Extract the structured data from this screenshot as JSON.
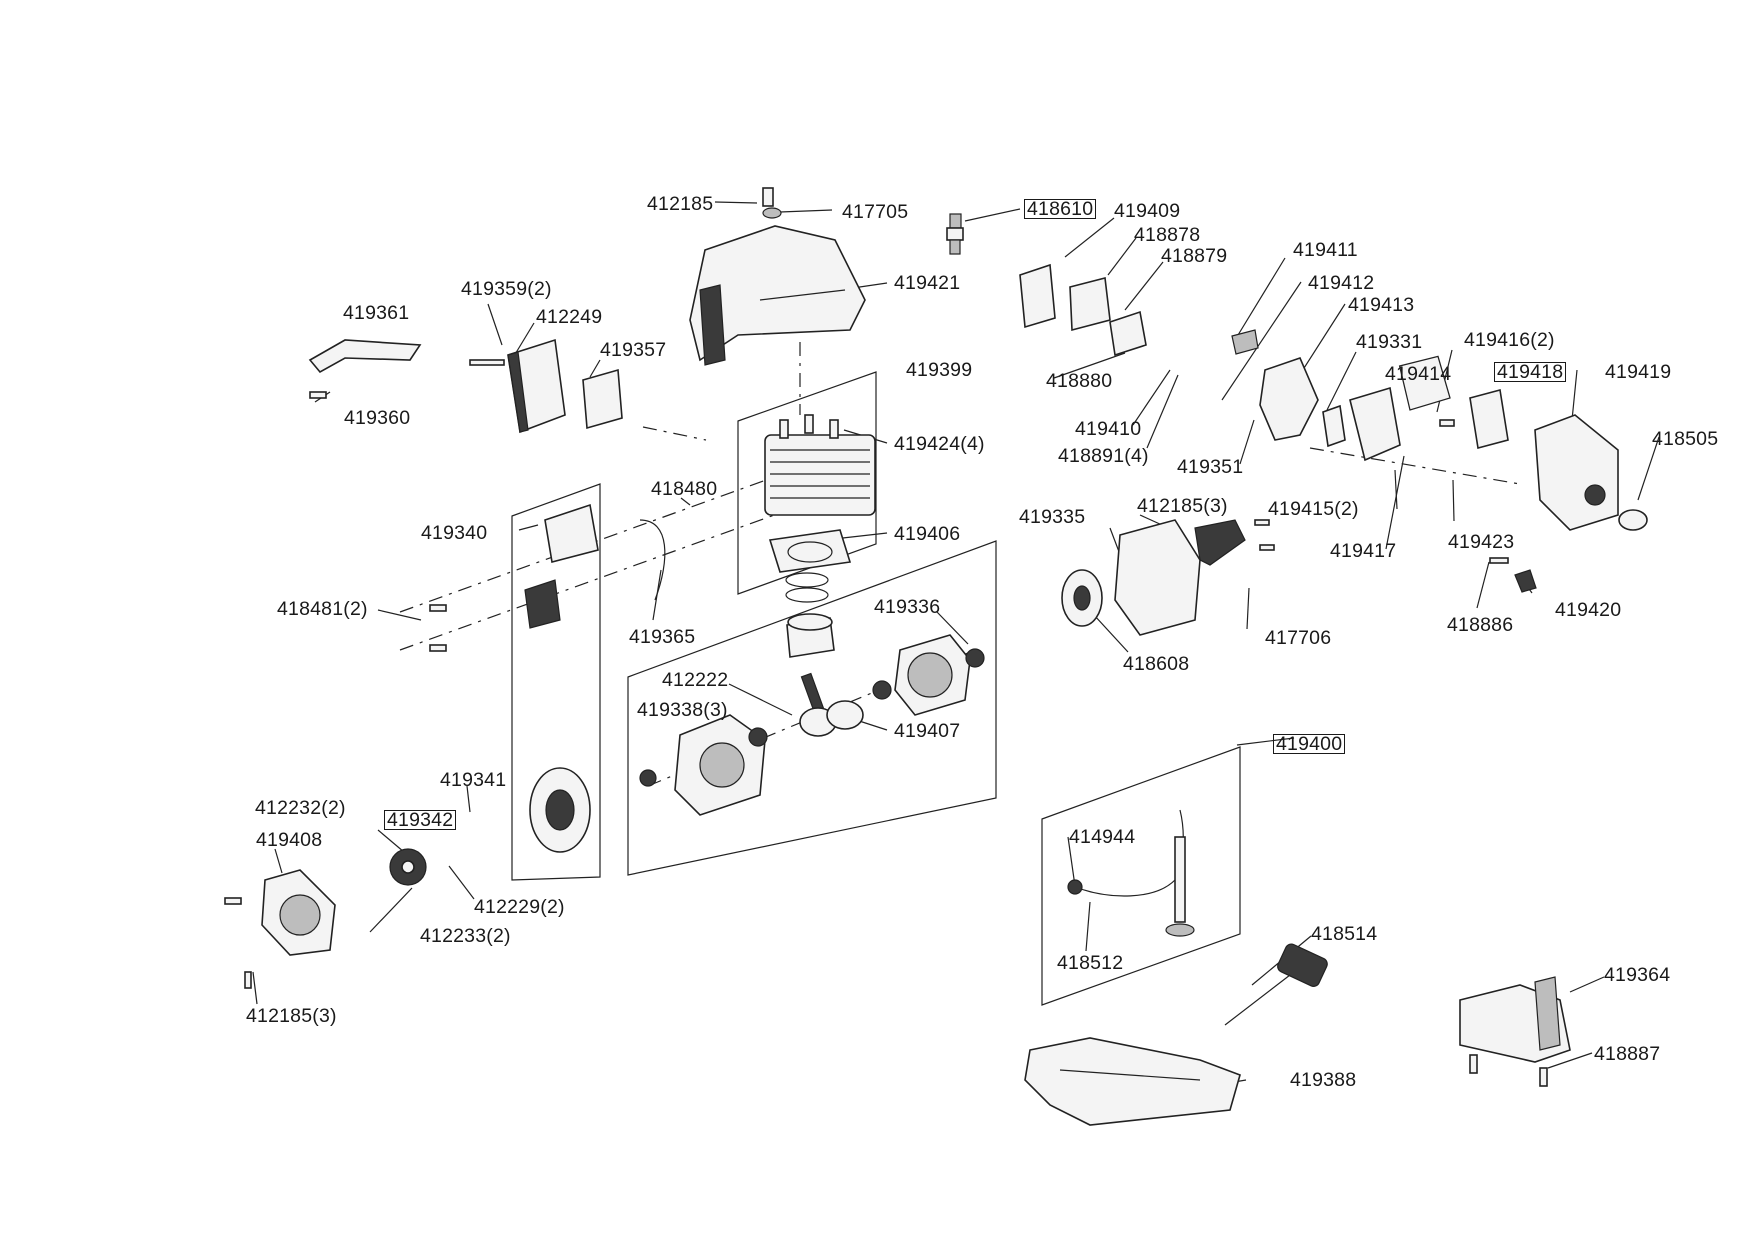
{
  "diagram": {
    "labels": [
      {
        "text": "412185"
      },
      {
        "text": "417705"
      },
      {
        "text": "418610",
        "boxed": true
      },
      {
        "text": "419409"
      },
      {
        "text": "418878"
      },
      {
        "text": "418879"
      },
      {
        "text": "419411"
      },
      {
        "text": "419412"
      },
      {
        "text": "419413"
      },
      {
        "text": "419421"
      },
      {
        "text": "419359(2)"
      },
      {
        "text": "419361"
      },
      {
        "text": "412249"
      },
      {
        "text": "419357"
      },
      {
        "text": "419399"
      },
      {
        "text": "419331"
      },
      {
        "text": "419416(2)"
      },
      {
        "text": "419414"
      },
      {
        "text": "419418",
        "boxed": true
      },
      {
        "text": "419419"
      },
      {
        "text": "418880"
      },
      {
        "text": "419360"
      },
      {
        "text": "419410"
      },
      {
        "text": "418891(4)"
      },
      {
        "text": "419424(4)"
      },
      {
        "text": "419351"
      },
      {
        "text": "418505"
      },
      {
        "text": "418480"
      },
      {
        "text": "412185(3)"
      },
      {
        "text": "419415(2)"
      },
      {
        "text": "419335"
      },
      {
        "text": "419340"
      },
      {
        "text": "419423"
      },
      {
        "text": "419406"
      },
      {
        "text": "419417"
      },
      {
        "text": "418481(2)"
      },
      {
        "text": "419336"
      },
      {
        "text": "419420"
      },
      {
        "text": "418886"
      },
      {
        "text": "417706"
      },
      {
        "text": "419365"
      },
      {
        "text": "418608"
      },
      {
        "text": "412222"
      },
      {
        "text": "419338(3)"
      },
      {
        "text": "419407"
      },
      {
        "text": "419400",
        "boxed": true
      },
      {
        "text": "419341"
      },
      {
        "text": "412232(2)"
      },
      {
        "text": "419342",
        "boxed": true
      },
      {
        "text": "419408"
      },
      {
        "text": "414944"
      },
      {
        "text": "412229(2)"
      },
      {
        "text": "412233(2)"
      },
      {
        "text": "418514"
      },
      {
        "text": "418512"
      },
      {
        "text": "419364"
      },
      {
        "text": "412185(3)"
      },
      {
        "text": "418887"
      },
      {
        "text": "419388"
      }
    ]
  }
}
